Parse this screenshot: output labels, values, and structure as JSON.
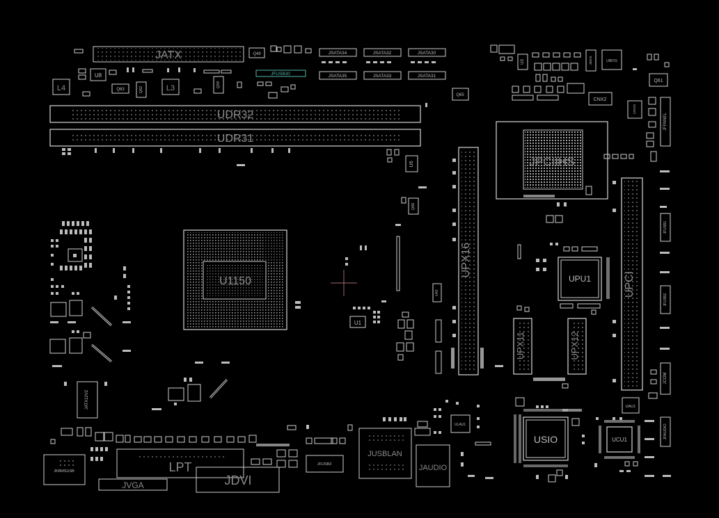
{
  "board": {
    "connectors": {
      "jatx": "JATX",
      "udr32": "UDR32",
      "udr31": "UDR31",
      "upx16": "UPX16",
      "upx11": "UPX11",
      "upx12": "UPX12",
      "upci": "UPCI",
      "lpt": "LPT",
      "jdvi": "JDVI",
      "jvga": "JVGA",
      "jusblan": "JUSBLAN",
      "jaudio": "JAUDIO",
      "jatx12v2": "JATX12V2",
      "jkbmsusb": "JKBMSUSB",
      "jfpanel": "JFPANEL",
      "jfusb1": "JFUSB1",
      "jfusb2": "JFUSB2",
      "jcom": "JCOM",
      "jfaudio": "JFAUDIO",
      "jfusb3": "JFUSB3",
      "jusb30": "JFUSB30",
      "jsata": [
        "JSATA34",
        "JSATA32",
        "JSATA30",
        "JSATA35",
        "JSATA33",
        "JSATA31"
      ]
    },
    "chips": {
      "cpu_socket": "U1150",
      "pch": "JPCIIHS",
      "upu1": "UPU1",
      "usio": "USIO",
      "ucu1": "UCU1",
      "uau1": "UAU1",
      "ulau1": "ULAU1",
      "cnx2": "CNX2",
      "u1": "U1",
      "u6": "U6",
      "u8": "U8",
      "u3": "U3"
    },
    "parts": {
      "l4": "L4",
      "l3": "L3",
      "q49": "Q49",
      "q63": "Q63",
      "q62": "Q62",
      "q59": "Q59",
      "q65": "Q65",
      "q66": "Q66",
      "q61": "Q61",
      "u42": "U42",
      "jbios": "JBIOS",
      "ubios": "UBIOS",
      "crios": "CRIOS"
    },
    "colors": {
      "background": "#000000",
      "outline": "#cfcfcf",
      "label": "#8a8a8a",
      "accent": "#58b4a8",
      "marker": "#a06a6a"
    }
  }
}
